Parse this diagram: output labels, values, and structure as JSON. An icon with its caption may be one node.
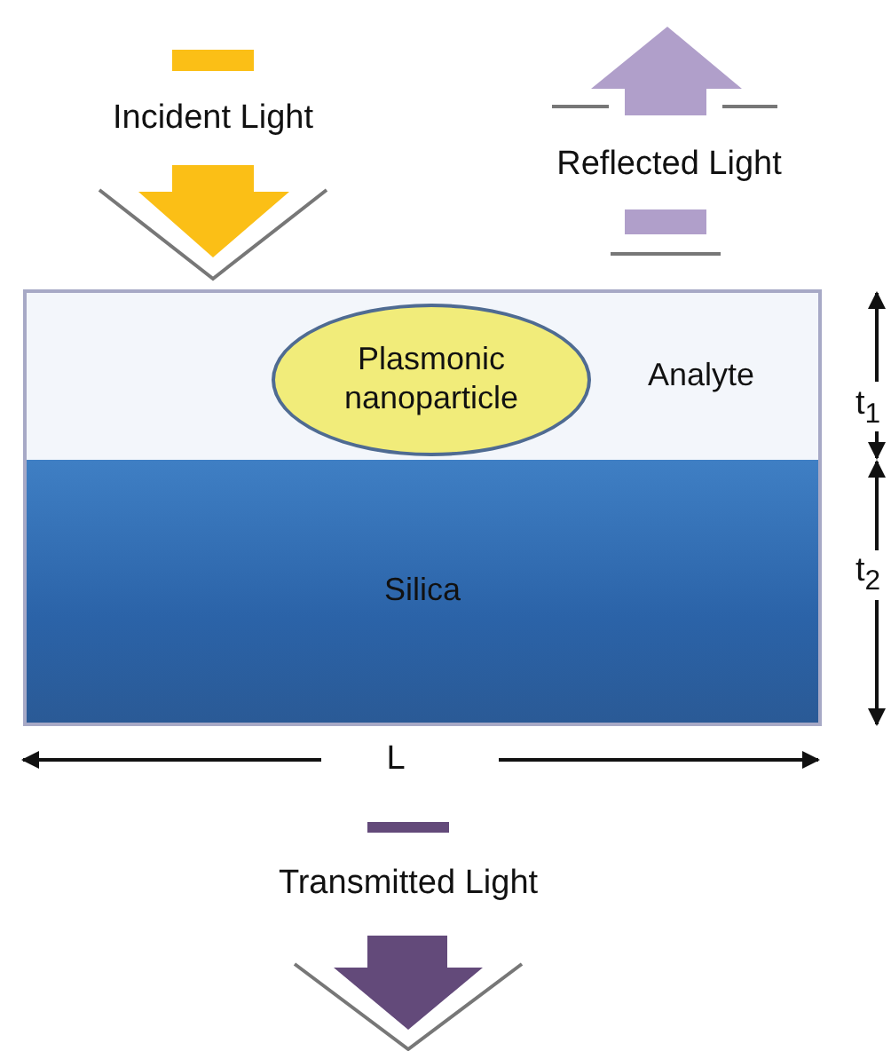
{
  "diagram": {
    "nodes": [
      {
        "text": [
          "Analyte"
        ]
      },
      {
        "text": [
          "Plasmonic nanoparticle"
        ],
        "in": 0
      },
      {
        "text": [
          "Silica"
        ]
      }
    ],
    "labels": [
      "Incident Light",
      "Reflected Light",
      "t$_{1}$",
      "t$_{2}$",
      "L",
      "Transmitted Light"
    ]
  }
}
